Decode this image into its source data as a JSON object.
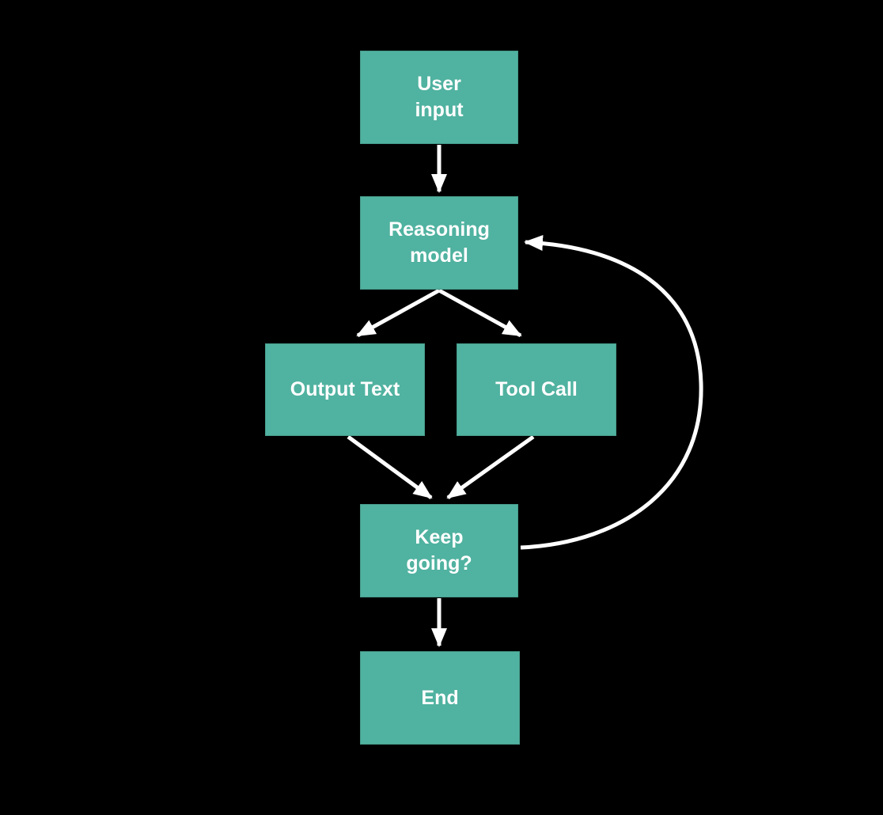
{
  "diagram": {
    "type": "flowchart",
    "background_color": "#000000",
    "node_fill_color": "#50B2A0",
    "node_text_color": "#FFFFFF",
    "arrow_color": "#FFFFFF",
    "nodes": {
      "user_input": {
        "label": "User\ninput"
      },
      "reasoning_model": {
        "label": "Reasoning\nmodel"
      },
      "output_text": {
        "label": "Output Text"
      },
      "tool_call": {
        "label": "Tool Call"
      },
      "keep_going": {
        "label": "Keep\ngoing?"
      },
      "end": {
        "label": "End"
      }
    },
    "edges": [
      {
        "from": "user_input",
        "to": "reasoning_model",
        "style": "straight"
      },
      {
        "from": "reasoning_model",
        "to": "output_text",
        "style": "straight"
      },
      {
        "from": "reasoning_model",
        "to": "tool_call",
        "style": "straight"
      },
      {
        "from": "output_text",
        "to": "keep_going",
        "style": "straight"
      },
      {
        "from": "tool_call",
        "to": "keep_going",
        "style": "straight"
      },
      {
        "from": "keep_going",
        "to": "end",
        "style": "straight"
      },
      {
        "from": "keep_going",
        "to": "reasoning_model",
        "style": "curved-loop"
      }
    ]
  }
}
